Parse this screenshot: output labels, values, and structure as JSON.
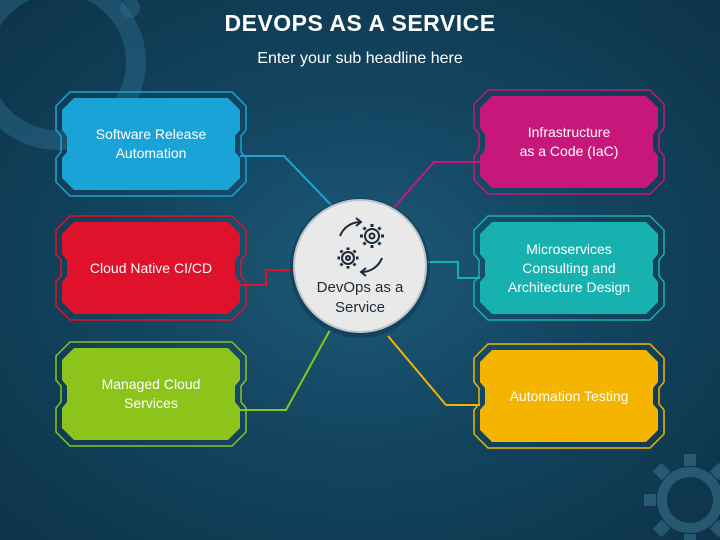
{
  "header": {
    "title": "DEVOPS AS A SERVICE",
    "subtitle": "Enter your sub headline here"
  },
  "center": {
    "label": "DevOps as a\nService",
    "icon": "gears-cycle-icon"
  },
  "nodes": [
    {
      "id": "software-release",
      "label": "Software Release\nAutomation",
      "color": "#1aa3d6"
    },
    {
      "id": "cloud-native",
      "label": "Cloud Native CI/CD",
      "color": "#e0112b"
    },
    {
      "id": "managed-cloud",
      "label": "Managed Cloud\nServices",
      "color": "#8cc41c"
    },
    {
      "id": "infrastructure",
      "label": "Infrastructure\nas a Code (IaC)",
      "color": "#c8177a"
    },
    {
      "id": "microservices",
      "label": "Microservices\nConsulting and\nArchitecture Design",
      "color": "#17b2b0"
    },
    {
      "id": "automation-testing",
      "label": "Automation Testing",
      "color": "#f5b400"
    }
  ],
  "decorations": {
    "top-left": "ring-decoration",
    "bottom-right": "gear-decoration"
  }
}
